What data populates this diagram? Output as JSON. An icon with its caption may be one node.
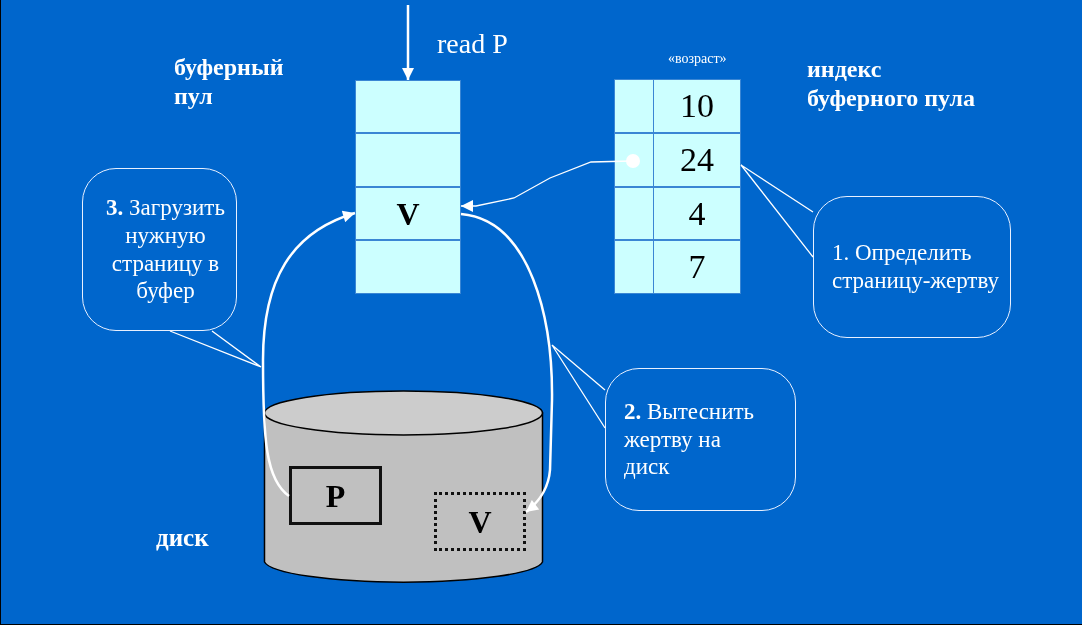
{
  "diagram": {
    "nodes": [
      {
        "text": [],
        "shape": "box"
      },
      {
        "text": [],
        "shape": "box"
      },
      {
        "text": [
          "V"
        ]
      },
      {
        "text": [],
        "shape": "box"
      },
      {
        "text": [],
        "shape": "box"
      },
      {
        "text": [
          "10"
        ]
      },
      {
        "text": [],
        "shape": "box"
      },
      {
        "text": [
          "24"
        ]
      },
      {
        "text": [],
        "shape": "box"
      },
      {
        "text": [
          "4"
        ]
      },
      {
        "text": [],
        "shape": "box"
      },
      {
        "text": [
          "7"
        ]
      },
      {
        "text": [
          "1. Определить страницу-жертву"
        ]
      },
      {
        "text": [
          "**2.** Вытеснить жертву на диск"
        ]
      },
      {
        "text": [
          "**3.** Загрузить нужную страницу в буфер"
        ]
      },
      {
        "text": [],
        "shape": "cylinder",
        "beside": [
          "диск"
        ]
      },
      {
        "text": [
          "P"
        ],
        "in": 15
      },
      {
        "text": [
          "V"
        ],
        "in": 15
      }
    ],
    "edges": [
      {
        "from": null,
        "to": 0,
        "arrow": "to",
        "label": "read P"
      },
      {
        "from": 6,
        "to": 2,
        "arrow": "to"
      },
      {
        "from": 2,
        "to": 17,
        "arrow": "to"
      },
      {
        "from": 16,
        "to": 2,
        "arrow": "to"
      },
      {
        "from": 12,
        "to": 7,
        "arrow": "none"
      },
      {
        "from": 13,
        "to": null,
        "arrow": "none"
      },
      {
        "from": 14,
        "to": null,
        "arrow": "none"
      }
    ],
    "labels": [
      "буферный пул",
      "«возраст»",
      "индекс буферного пула"
    ]
  }
}
